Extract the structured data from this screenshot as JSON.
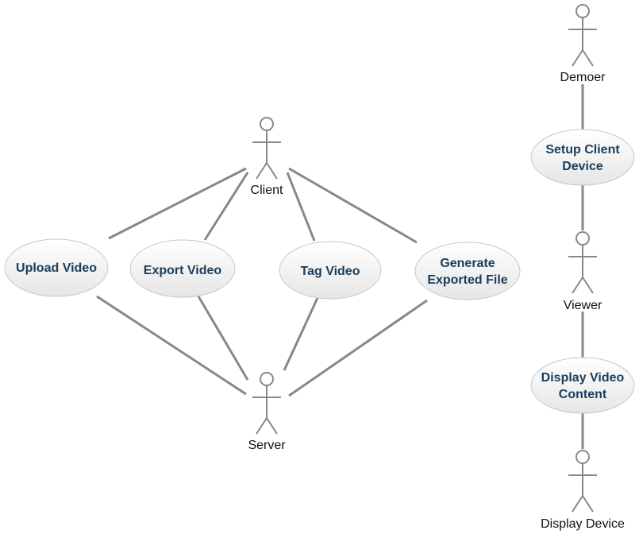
{
  "actors": {
    "client": "Client",
    "server": "Server",
    "demoer": "Demoer",
    "viewer": "Viewer",
    "display_device": "Display Device"
  },
  "use_cases": {
    "upload_video": [
      "Upload Video"
    ],
    "export_video": [
      "Export Video"
    ],
    "tag_video": [
      "Tag Video"
    ],
    "generate_exported_file": [
      "Generate",
      "Exported File"
    ],
    "setup_client_device": [
      "Setup Client",
      "Device"
    ],
    "display_video_content": [
      "Display Video",
      "Content"
    ]
  },
  "colors": {
    "line": "#888888",
    "use_case_text": "#1a3d5c",
    "use_case_fill_top": "#ffffff",
    "use_case_fill_bottom": "#e9e9e9",
    "use_case_border": "#c8c8c8"
  }
}
